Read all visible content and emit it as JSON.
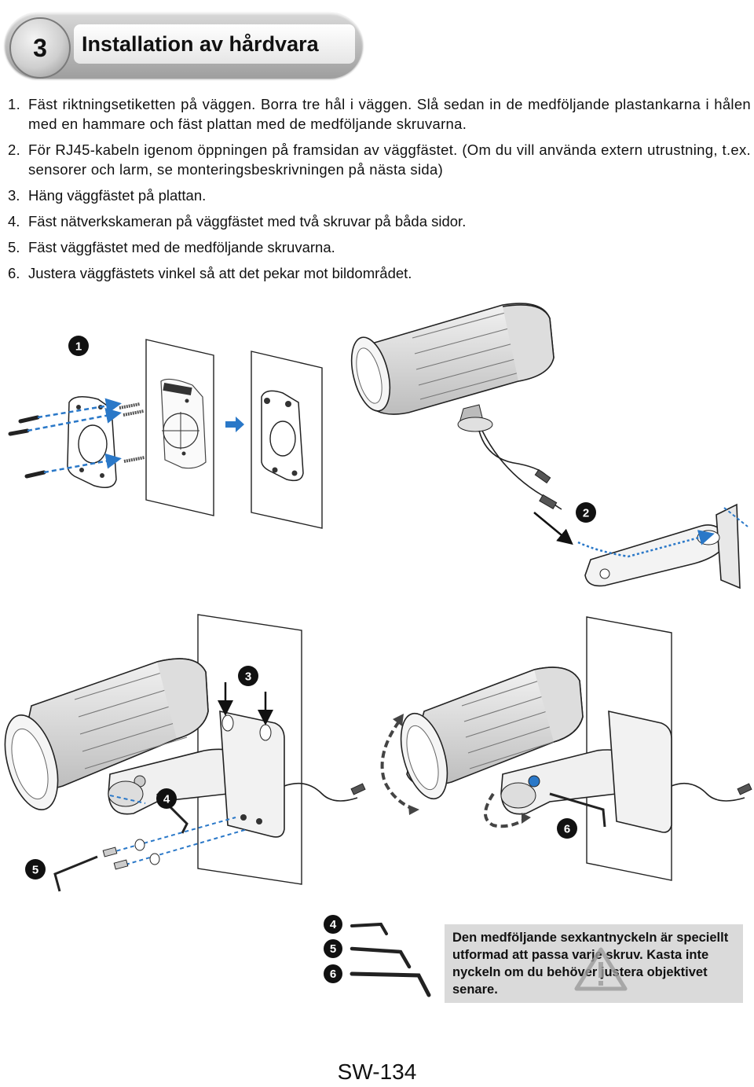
{
  "header": {
    "section_number": "3",
    "title": "Installation av hårdvara"
  },
  "steps": [
    {
      "num": "1.",
      "text": "Fäst riktningsetiketten på väggen. Borra tre hål i väggen. Slå sedan in de medföljande plastankarna i hålen med en hammare och fäst plattan med de medföljande skruvarna."
    },
    {
      "num": "2.",
      "text": "För RJ45-kabeln igenom öppningen på framsidan av väggfästet. (Om du vill använda extern utrustning, t.ex. sensorer och larm, se monteringsbeskrivningen på nästa sida)"
    },
    {
      "num": "3.",
      "text": "Häng väggfästet på plattan."
    },
    {
      "num": "4.",
      "text": "Fäst nätverkskameran på väggfästet med två skruvar på båda sidor."
    },
    {
      "num": "5.",
      "text": "Fäst väggfästet med de medföljande skruvarna."
    },
    {
      "num": "6.",
      "text": "Justera väggfästets vinkel så att det pekar mot bildområdet."
    }
  ],
  "callouts": {
    "c1": "1",
    "c2": "2",
    "c3": "3",
    "c4": "4",
    "c5": "5",
    "c6": "6"
  },
  "legend": {
    "l4": "4",
    "l5": "5",
    "l6": "6"
  },
  "note": "Den medföljande sexkantnyckeln är speciellt utformad att passa varje skruv. Kasta inte nyckeln om du behöver justera objektivet senare.",
  "page_code": "SW-134",
  "colors": {
    "arrow_blue": "#2a78c8",
    "badge_fill": "#111111",
    "note_bg": "#dadada"
  }
}
